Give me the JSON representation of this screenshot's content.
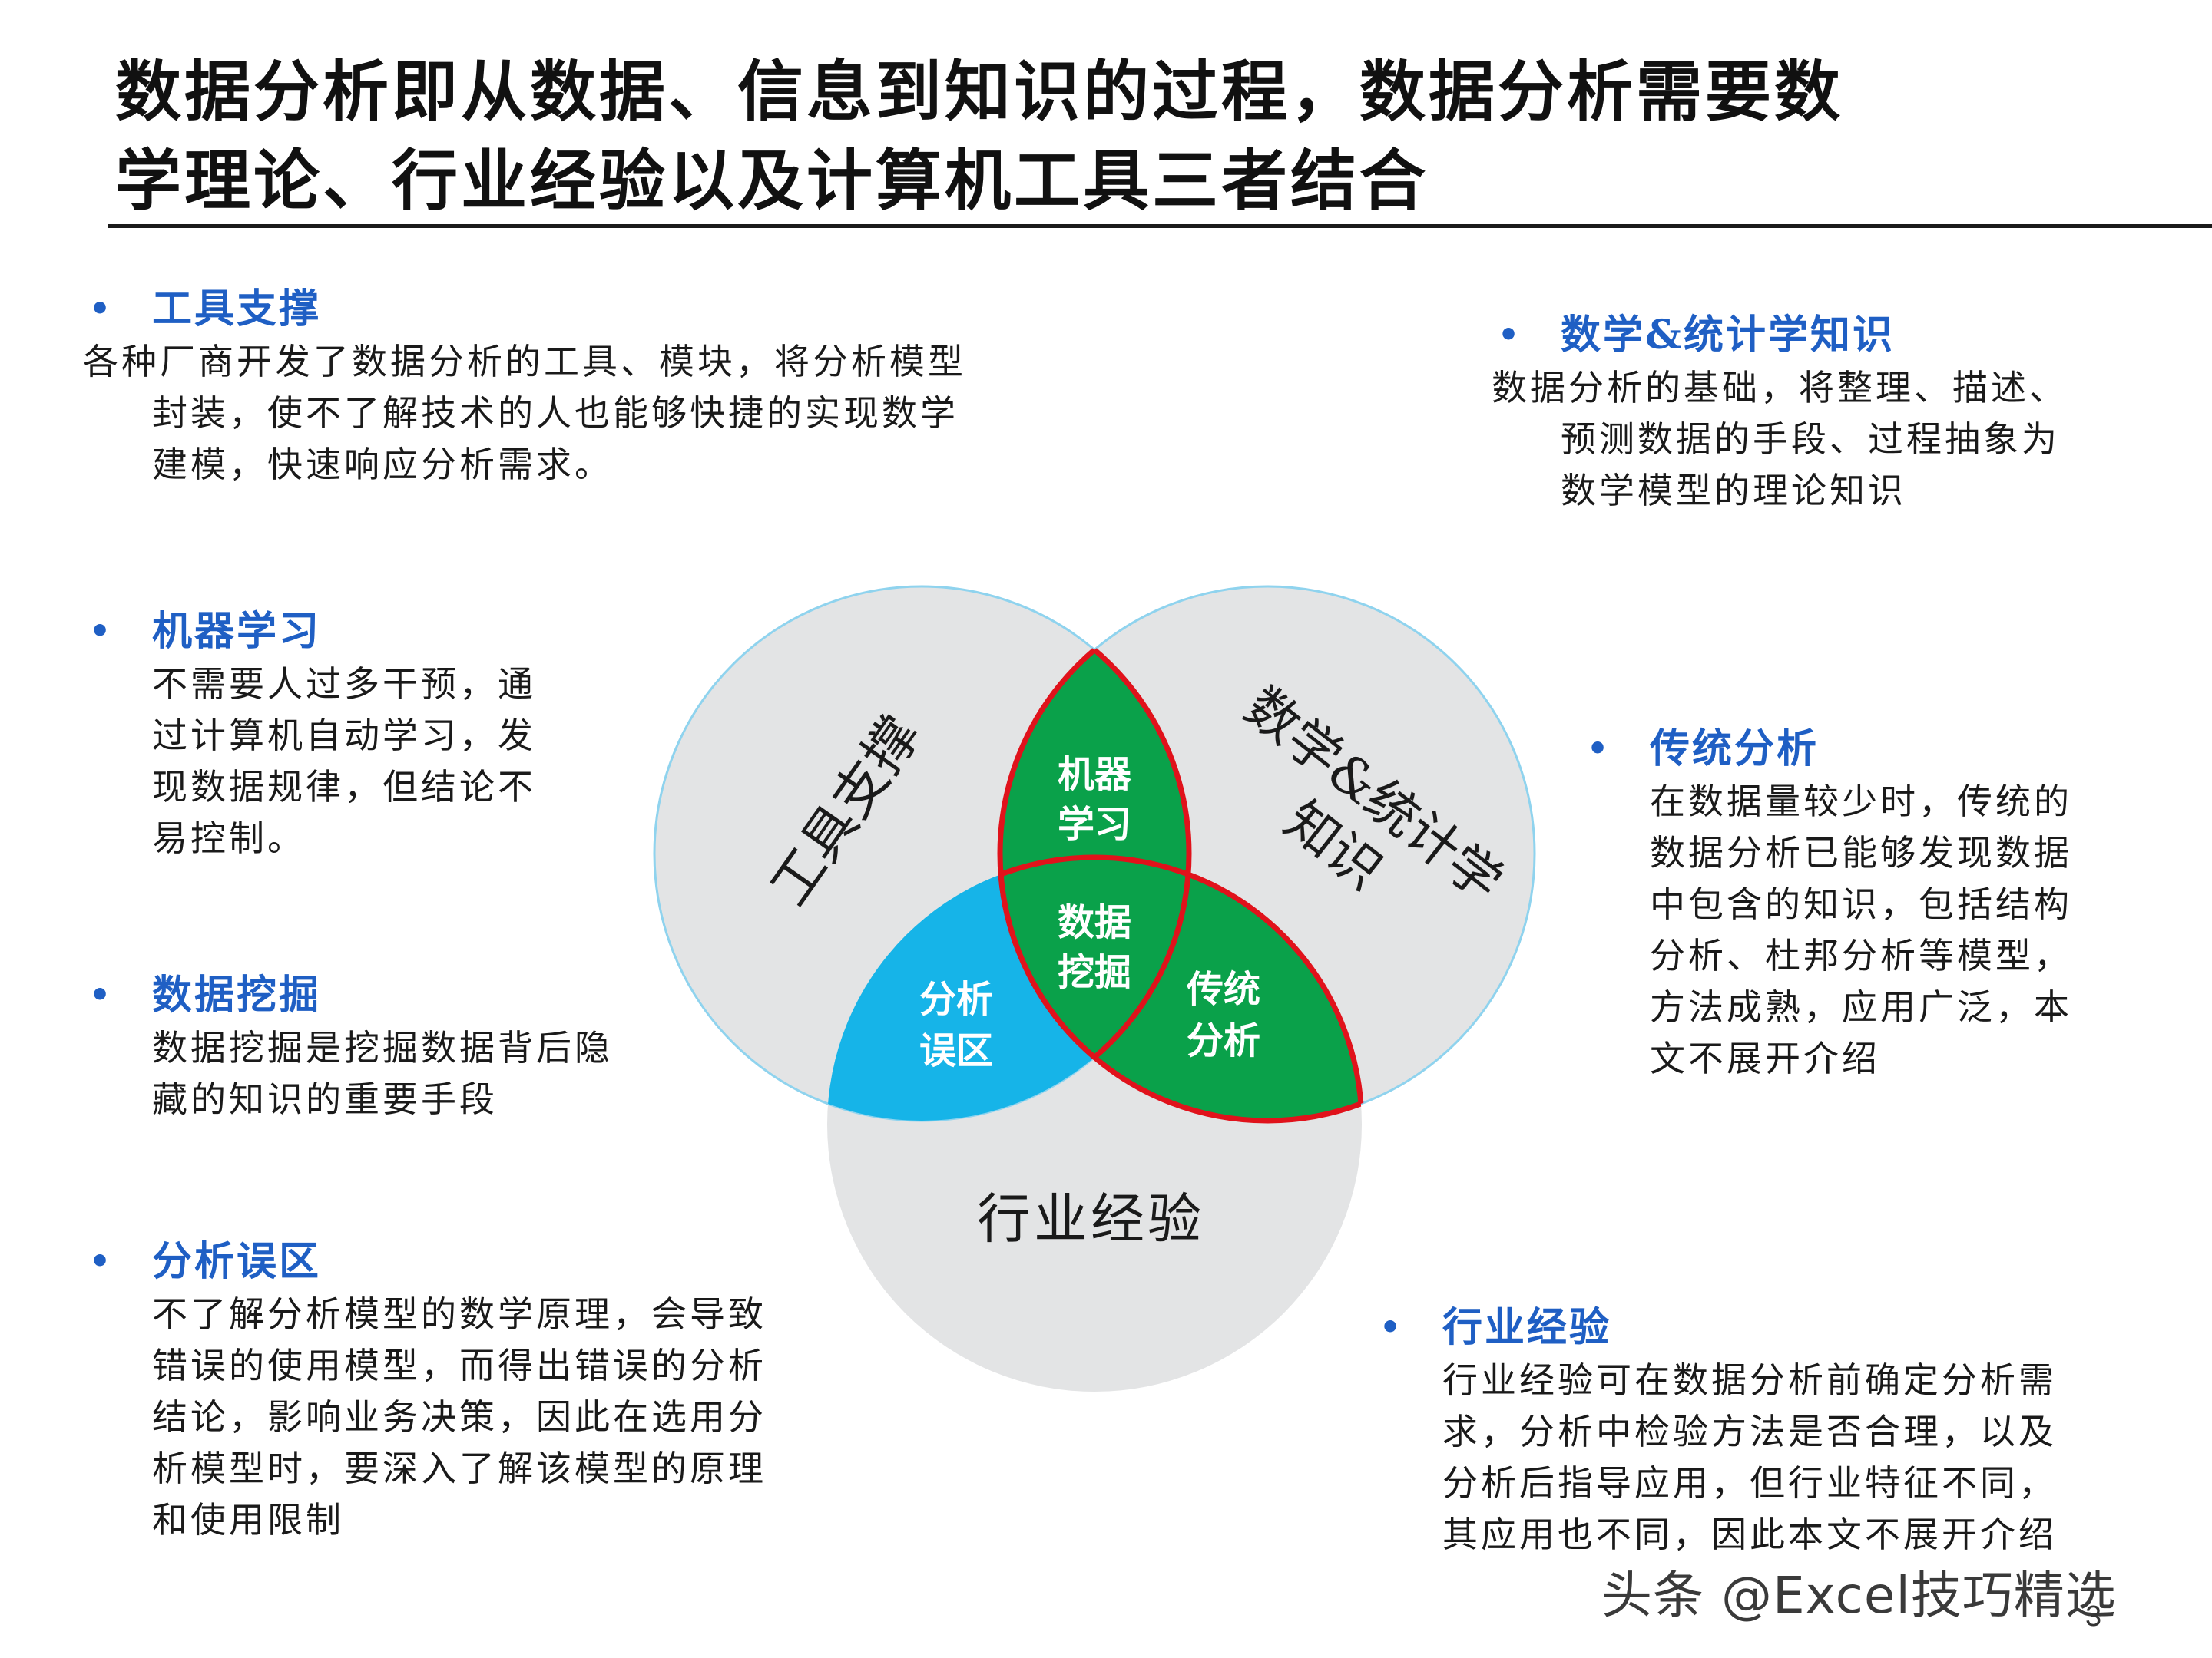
{
  "title": {
    "line1": "数据分析即从数据、信息到知识的过程，数据分析需要数",
    "line2": "学理论、行业经验以及计算机工具三者结合"
  },
  "sections": {
    "tools": {
      "heading": "工具支撑",
      "lines": [
        "各种厂商开发了数据分析的工具、模块，将分析模型",
        "封装，使不了解技术的人也能够快捷的实现数学",
        "建模，快速响应分析需求。"
      ]
    },
    "math": {
      "heading": "数学&统计学知识",
      "lines": [
        "数据分析的基础，将整理、描述、",
        "预测数据的手段、过程抽象为",
        "数学模型的理论知识"
      ]
    },
    "ml": {
      "heading": "机器学习",
      "lines": [
        "不需要人过多干预，通",
        "过计算机自动学习，发",
        "现数据规律，但结论不",
        "易控制。"
      ]
    },
    "traditional": {
      "heading": "传统分析",
      "lines": [
        "在数据量较少时，传统的",
        "数据分析已能够发现数据",
        "中包含的知识，包括结构",
        "分析、杜邦分析等模型，",
        "方法成熟，应用广泛，本",
        "文不展开介绍"
      ]
    },
    "mining": {
      "heading": "数据挖掘",
      "lines": [
        "数据挖掘是挖掘数据背后隐",
        "藏的知识的重要手段"
      ]
    },
    "misuse": {
      "heading": "分析误区",
      "lines": [
        "不了解分析模型的数学原理，会导致",
        "错误的使用模型，而得出错误的分析",
        "结论，影响业务决策，因此在选用分",
        "析模型时，要深入了解该模型的原理",
        "和使用限制"
      ]
    },
    "industry": {
      "heading": "行业经验",
      "lines": [
        "行业经验可在数据分析前确定分析需",
        "求，分析中检验方法是否合理，以及",
        "分析后指导应用，但行业特征不同，",
        "其应用也不同，因此本文不展开介绍"
      ]
    }
  },
  "venn": {
    "circle_tools": "工具支撑",
    "circle_math_1": "数学&统计学",
    "circle_math_2": "知识",
    "circle_industry": "行业经验",
    "ml_1": "机器",
    "ml_2": "学习",
    "dm_1": "数据",
    "dm_2": "挖掘",
    "mis_1": "分析",
    "mis_2": "误区",
    "trad_1": "传统",
    "trad_2": "分析",
    "colors": {
      "circle_fill": "#e3e4e5",
      "circle_stroke": "#8fd3ee",
      "green": "#0aa14a",
      "red_outline": "#e0121b",
      "blue": "#16b4e8"
    }
  },
  "watermark": "头条 @Excel技巧精选",
  "page_number": "3"
}
